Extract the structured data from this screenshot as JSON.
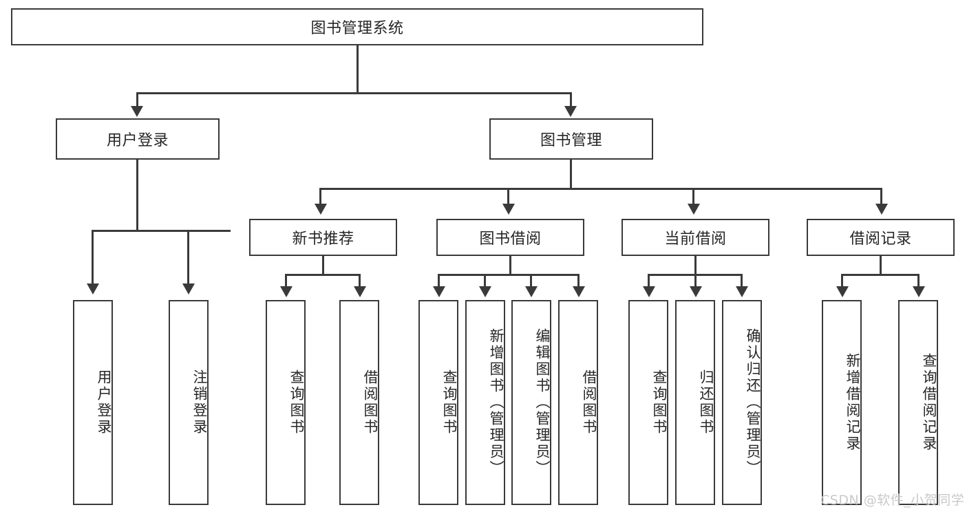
{
  "diagram": {
    "type": "hierarchy-tree",
    "title_node": {
      "label": "图书管理系统"
    },
    "level2": [
      {
        "id": "user-login",
        "label": "用户登录"
      },
      {
        "id": "book-management",
        "label": "图书管理"
      }
    ],
    "level3": [
      {
        "id": "new-book-recommend",
        "label": "新书推荐",
        "parent": "book-management"
      },
      {
        "id": "book-borrow",
        "label": "图书借阅",
        "parent": "book-management"
      },
      {
        "id": "current-borrow",
        "label": "当前借阅",
        "parent": "book-management"
      },
      {
        "id": "borrow-record",
        "label": "借阅记录",
        "parent": "book-management"
      }
    ],
    "leaves": [
      {
        "id": "leaf-user-login",
        "label": "用户登录",
        "parent": "user-login"
      },
      {
        "id": "leaf-logout-login",
        "label": "注销登录",
        "parent": "user-login"
      },
      {
        "id": "leaf-query-book-1",
        "label": "查询图书",
        "parent": "new-book-recommend"
      },
      {
        "id": "leaf-borrow-book-1",
        "label": "借阅图书",
        "parent": "new-book-recommend"
      },
      {
        "id": "leaf-query-book-2",
        "label": "查询图书",
        "parent": "book-borrow"
      },
      {
        "id": "leaf-add-book",
        "label": "新增图书（管理员）",
        "parent": "book-borrow"
      },
      {
        "id": "leaf-edit-book",
        "label": "编辑图书（管理员）",
        "parent": "book-borrow"
      },
      {
        "id": "leaf-borrow-book-2",
        "label": "借阅图书",
        "parent": "book-borrow"
      },
      {
        "id": "leaf-query-book-3",
        "label": "查询图书",
        "parent": "current-borrow"
      },
      {
        "id": "leaf-return-book",
        "label": "归还图书",
        "parent": "current-borrow"
      },
      {
        "id": "leaf-confirm-return",
        "label": "确认归还（管理员）",
        "parent": "current-borrow"
      },
      {
        "id": "leaf-add-borrow-record",
        "label": "新增借阅记录",
        "parent": "borrow-record"
      },
      {
        "id": "leaf-query-borrow-record",
        "label": "查询借阅记录",
        "parent": "borrow-record"
      }
    ],
    "colors": {
      "stroke": "#3a3a3a",
      "fill": "#ffffff",
      "text": "#262626",
      "watermark": "#c9c9c9"
    }
  },
  "watermark": {
    "text": "CSDN @软件_小贺同学"
  }
}
